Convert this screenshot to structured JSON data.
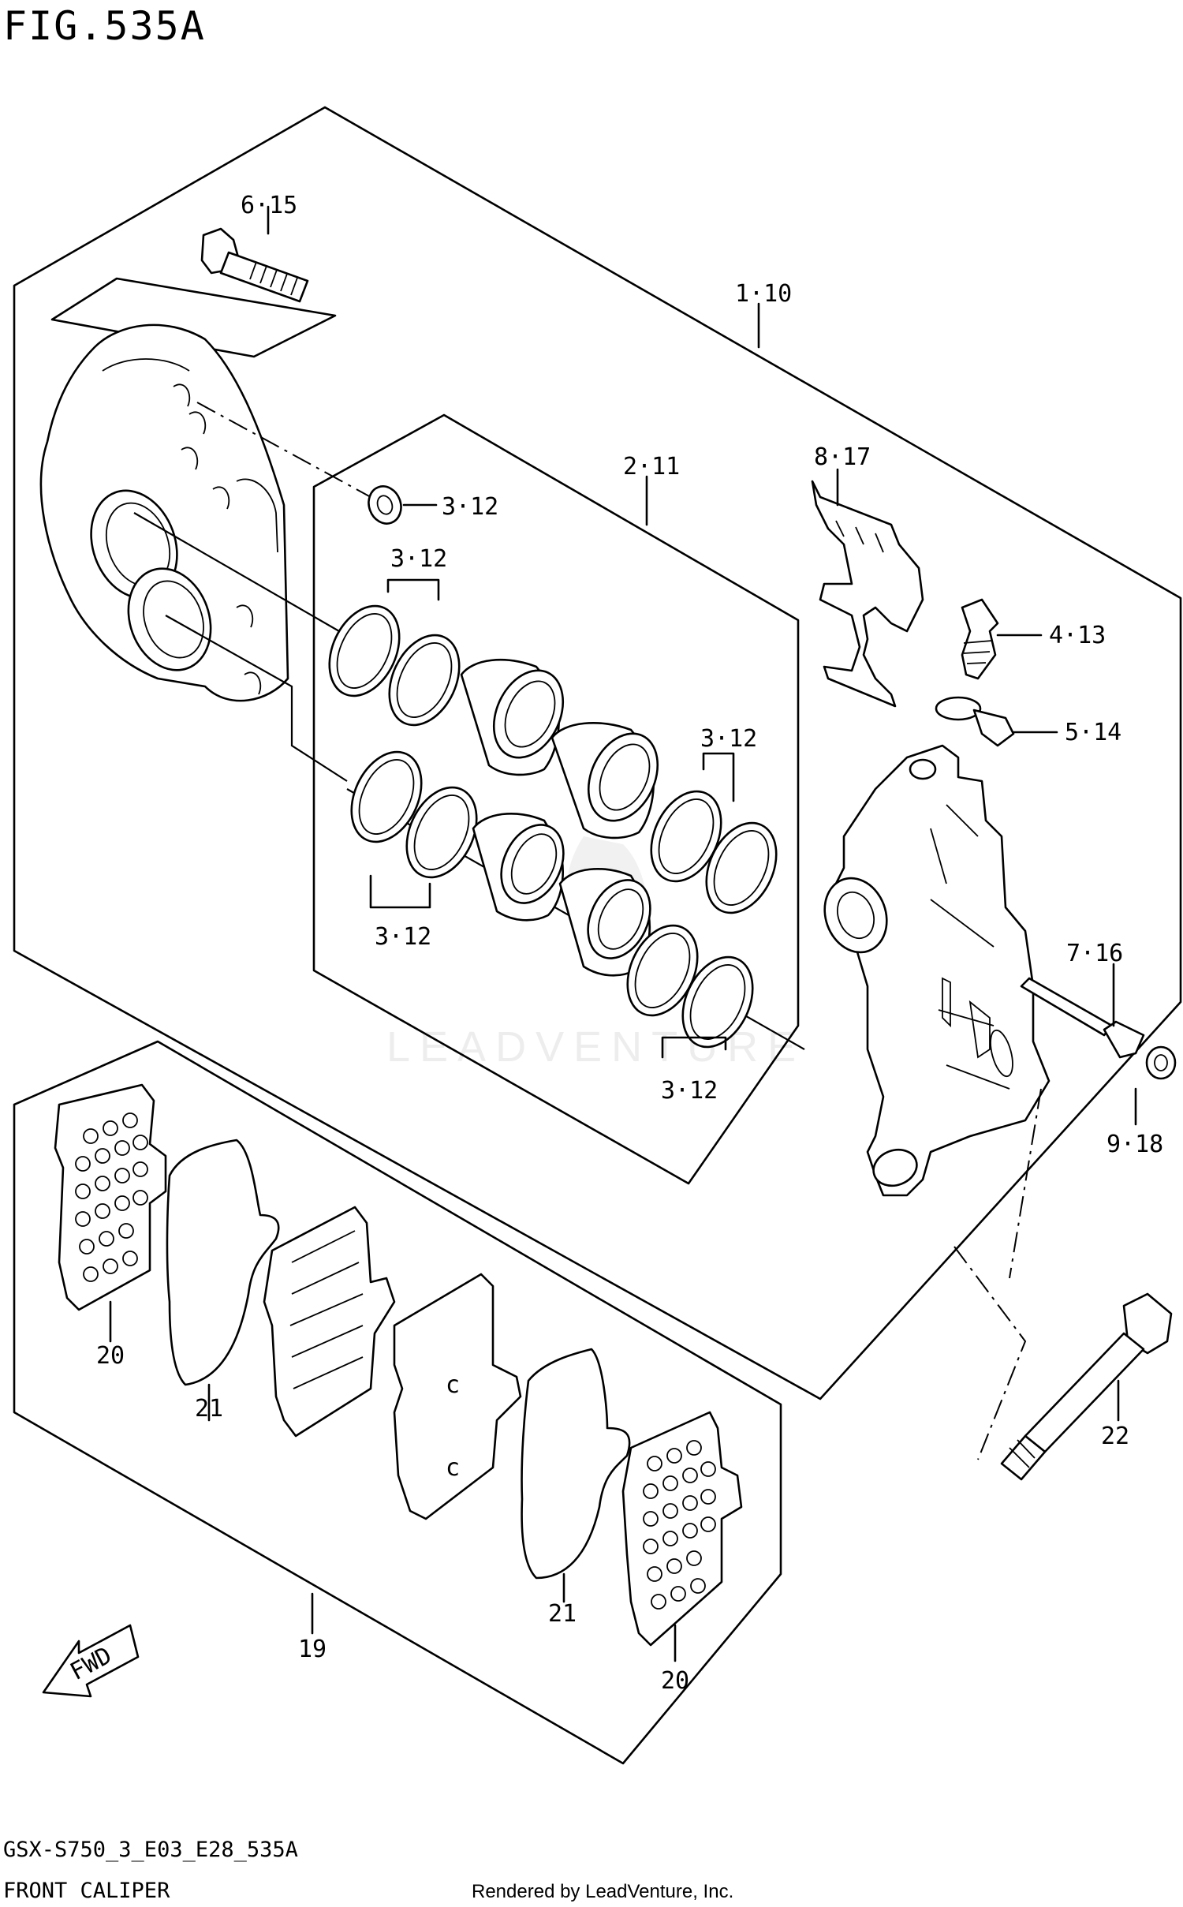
{
  "figure": {
    "title": "FIG.535A"
  },
  "watermark": {
    "text": "LEADVENTURE"
  },
  "callouts": {
    "c_1_10": "1·10",
    "c_2_11": "2·11",
    "c_3_12_a": "3·12",
    "c_3_12_b": "3·12",
    "c_3_12_c": "3·12",
    "c_3_12_d": "3·12",
    "c_3_12_e": "3·12",
    "c_4_13": "4·13",
    "c_5_14": "5·14",
    "c_6_15": "6·15",
    "c_7_16": "7·16",
    "c_8_17": "8·17",
    "c_9_18": "9·18",
    "c_19": "19",
    "c_20_a": "20",
    "c_20_b": "20",
    "c_21_a": "21",
    "c_21_b": "21",
    "c_22": "22"
  },
  "fwd": {
    "label": "FWD"
  },
  "footer": {
    "code": "GSX-S750_3_E03_E28_535A",
    "name": "FRONT CALIPER",
    "credit": "Rendered by LeadVenture, Inc."
  }
}
